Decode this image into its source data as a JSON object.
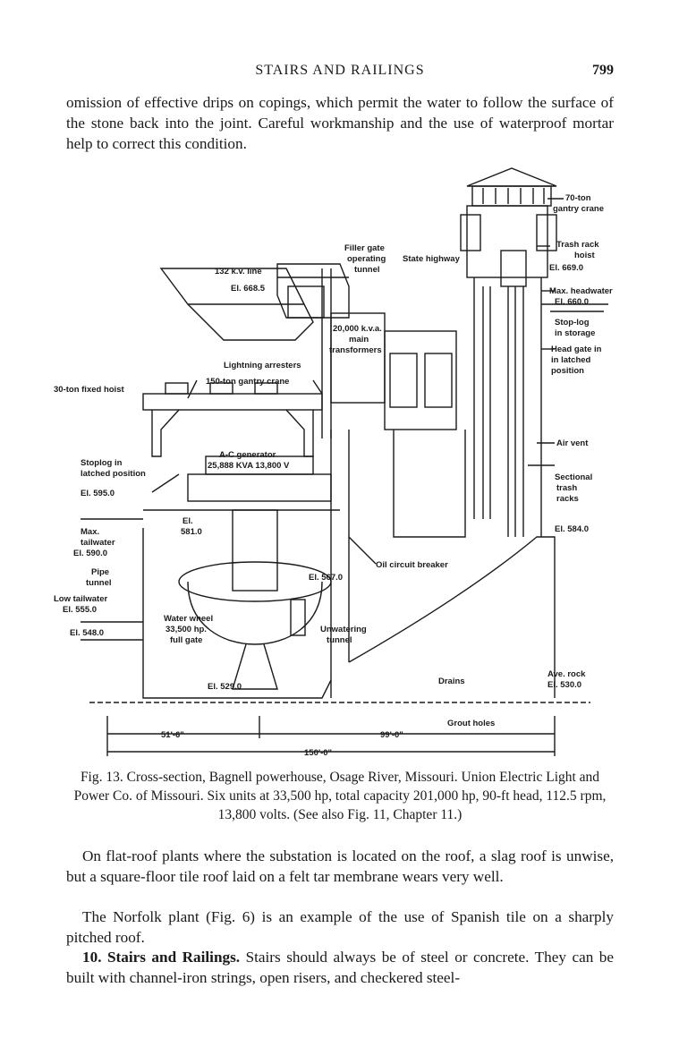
{
  "header": {
    "running_title": "STAIRS AND RAILINGS",
    "page_number": "799"
  },
  "paragraphs": {
    "p1": "omission of effective drips on copings, which permit the water to follow the surface of the stone back into the joint. Careful workmanship and the use of waterproof mortar help to correct this condition.",
    "p2": "On flat-roof plants where the substation is located on the roof, a slag roof is unwise, but a square-floor tile roof laid on a felt tar membrane wears very well.",
    "p3": "The Norfolk plant (Fig. 6) is an example of the use of Spanish tile on a sharply pitched roof.",
    "p4_number": "10.",
    "p4_title": "Stairs and Railings.",
    "p4_text": "Stairs should always be of steel or concrete. They can be built with channel-iron strings, open risers, and checkered steel-"
  },
  "figure": {
    "caption_label": "Fig. 13.",
    "caption_text": "Cross-section, Bagnell powerhouse, Osage River, Missouri. Union Electric Light and Power Co. of Missouri. Six units at 33,500 hp, total capacity 201,000 hp, 90-ft head, 112.5 rpm, 13,800 volts. (See also Fig. 11, Chapter 11.)",
    "labels": {
      "gantry70_1": "70-ton",
      "gantry70_2": "gantry crane",
      "trash_rack_hoist_1": "Trash rack",
      "trash_rack_hoist_2": "hoist",
      "el669": "El. 669.0",
      "max_headwater_1": "Max. headwater",
      "max_headwater_2": "El. 660.0",
      "stoplog_storage_1": "Stop-log",
      "stoplog_storage_2": "in storage",
      "head_gate_1": "Head gate in",
      "head_gate_2": "in latched",
      "head_gate_3": "position",
      "filler_gate_1": "Filler gate",
      "filler_gate_2": "operating",
      "filler_gate_3": "tunnel",
      "state_highway": "State highway",
      "kv132": "132 k.v. line",
      "el668": "El. 668.5",
      "transformers_1": "20,000 k.v.a.",
      "transformers_2": "main",
      "transformers_3": "transformers",
      "lightning": "Lightning arresters",
      "gantry150": "150-ton gantry crane",
      "hoist30": "30-ton fixed hoist",
      "generator_1": "A-C generator",
      "generator_2": "25,888 KVA 13,800 V",
      "stoplog_latched_1": "Stoplog in",
      "stoplog_latched_2": "latched position",
      "el595": "El. 595.0",
      "max_tailwater_1": "Max.",
      "max_tailwater_2": "tailwater",
      "max_tailwater_3": "El. 590.0",
      "pipe_tunnel_1": "Pipe",
      "pipe_tunnel_2": "tunnel",
      "el581_1": "El.",
      "el581_2": "581.0",
      "air_vent": "Air vent",
      "trash_racks_1": "Sectional",
      "trash_racks_2": "trash",
      "trash_racks_3": "racks",
      "el584": "El. 584.0",
      "oil_breaker": "Oil circuit breaker",
      "el567": "El. 567.0",
      "low_tailwater_1": "Low tailwater",
      "low_tailwater_2": "El. 555.0",
      "el548": "El. 548.0",
      "waterwheel_1": "Water wheel",
      "waterwheel_2": "33,500 hp.",
      "waterwheel_3": "full gate",
      "unwatering_1": "Unwatering",
      "unwatering_2": "tunnel",
      "drains": "Drains",
      "rock_1": "Ave. rock",
      "rock_2": "El. 530.0",
      "el529": "El. 529.0",
      "grout": "Grout holes",
      "dim_51": "51'-6\"",
      "dim_99": "99'-0\"",
      "dim_150": "150'-0\""
    }
  }
}
